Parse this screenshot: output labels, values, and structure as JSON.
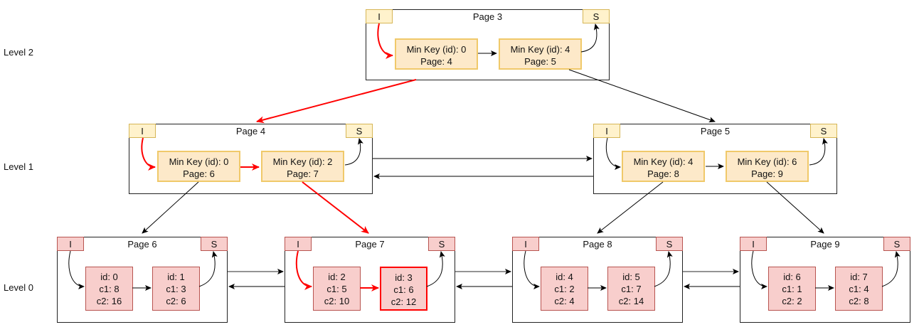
{
  "levels": [
    {
      "label": "Level 2"
    },
    {
      "label": "Level 1"
    },
    {
      "label": "Level 0"
    }
  ],
  "tags": {
    "infimum": "I",
    "supremum": "S"
  },
  "colors": {
    "search_path": "#ff0000",
    "internal_fill": "#fde9c9",
    "internal_border": "#f0c96a",
    "leaf_fill": "#f8cecc",
    "leaf_border": "#b85450"
  },
  "pages": {
    "p3": {
      "title": "Page 3",
      "records": [
        {
          "line1": "Min Key (id): 0",
          "line2": "Page: 4"
        },
        {
          "line1": "Min Key (id): 4",
          "line2": "Page: 5"
        }
      ]
    },
    "p4": {
      "title": "Page 4",
      "records": [
        {
          "line1": "Min Key (id): 0",
          "line2": "Page: 6"
        },
        {
          "line1": "Min Key (id): 2",
          "line2": "Page: 7"
        }
      ]
    },
    "p5": {
      "title": "Page 5",
      "records": [
        {
          "line1": "Min Key (id): 4",
          "line2": "Page: 8"
        },
        {
          "line1": "Min Key (id): 6",
          "line2": "Page: 9"
        }
      ]
    },
    "p6": {
      "title": "Page 6",
      "records": [
        {
          "id": "id: 0",
          "c1": "c1: 8",
          "c2": "c2: 16"
        },
        {
          "id": "id: 1",
          "c1": "c1: 3",
          "c2": "c2: 6"
        }
      ]
    },
    "p7": {
      "title": "Page 7",
      "records": [
        {
          "id": "id: 2",
          "c1": "c1: 5",
          "c2": "c2: 10"
        },
        {
          "id": "id: 3",
          "c1": "c1: 6",
          "c2": "c2: 12"
        }
      ]
    },
    "p8": {
      "title": "Page 8",
      "records": [
        {
          "id": "id: 4",
          "c1": "c1: 2",
          "c2": "c2: 4"
        },
        {
          "id": "id: 5",
          "c1": "c1: 7",
          "c2": "c2: 14"
        }
      ]
    },
    "p9": {
      "title": "Page 9",
      "records": [
        {
          "id": "id: 6",
          "c1": "c1: 1",
          "c2": "c2: 2"
        },
        {
          "id": "id: 7",
          "c1": "c1: 4",
          "c2": "c2: 8"
        }
      ]
    }
  }
}
